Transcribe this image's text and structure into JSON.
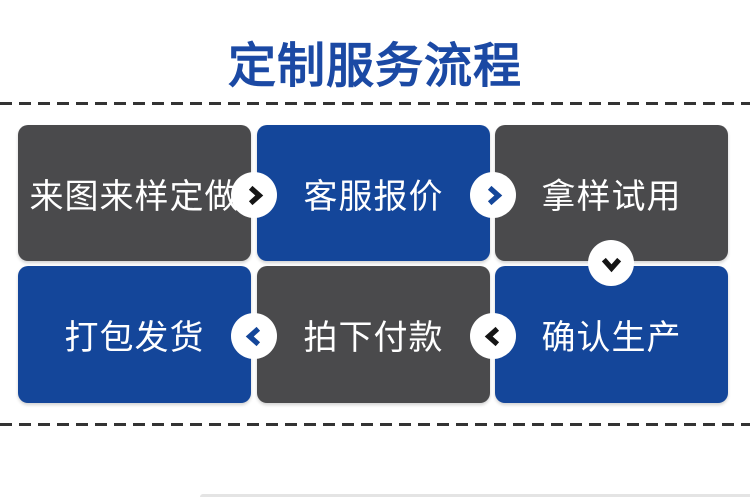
{
  "header": {
    "title": "定制服务流程",
    "title_color": "#1b49a4"
  },
  "flow": {
    "steps": [
      {
        "label": "来图来样定做",
        "variant": "gray"
      },
      {
        "label": "客服报价",
        "variant": "blue"
      },
      {
        "label": "拿样试用",
        "variant": "gray"
      },
      {
        "label": "打包发货",
        "variant": "blue"
      },
      {
        "label": "拍下付款",
        "variant": "gray"
      },
      {
        "label": "确认生产",
        "variant": "blue"
      }
    ],
    "arrows": [
      {
        "icon": "chevron-right-icon",
        "direction": "right",
        "color": "#151515"
      },
      {
        "icon": "chevron-right-icon",
        "direction": "right",
        "color": "#14469a"
      },
      {
        "icon": "chevron-down-icon",
        "direction": "down",
        "color": "#151515"
      },
      {
        "icon": "chevron-left-icon",
        "direction": "left",
        "color": "#151515"
      },
      {
        "icon": "chevron-left-icon",
        "direction": "left",
        "color": "#14469a"
      }
    ],
    "colors": {
      "step_gray": "#4a4a4c",
      "step_blue": "#14469a",
      "step_text": "#ffffff",
      "divider_dash": "#333333",
      "arrow_circle_bg": "#ffffff"
    }
  }
}
